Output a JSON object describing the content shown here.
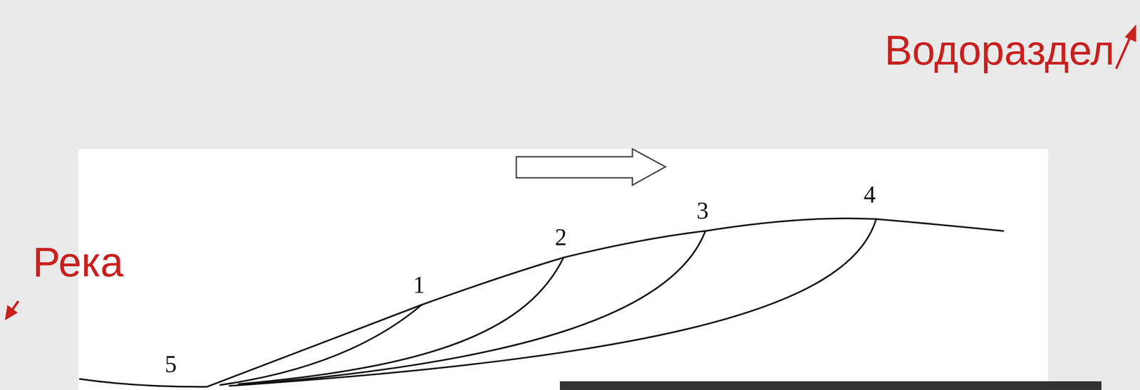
{
  "diagram": {
    "labels": [
      "Водораздел",
      "Река",
      "1",
      "2",
      "3",
      "4",
      "5"
    ]
  }
}
